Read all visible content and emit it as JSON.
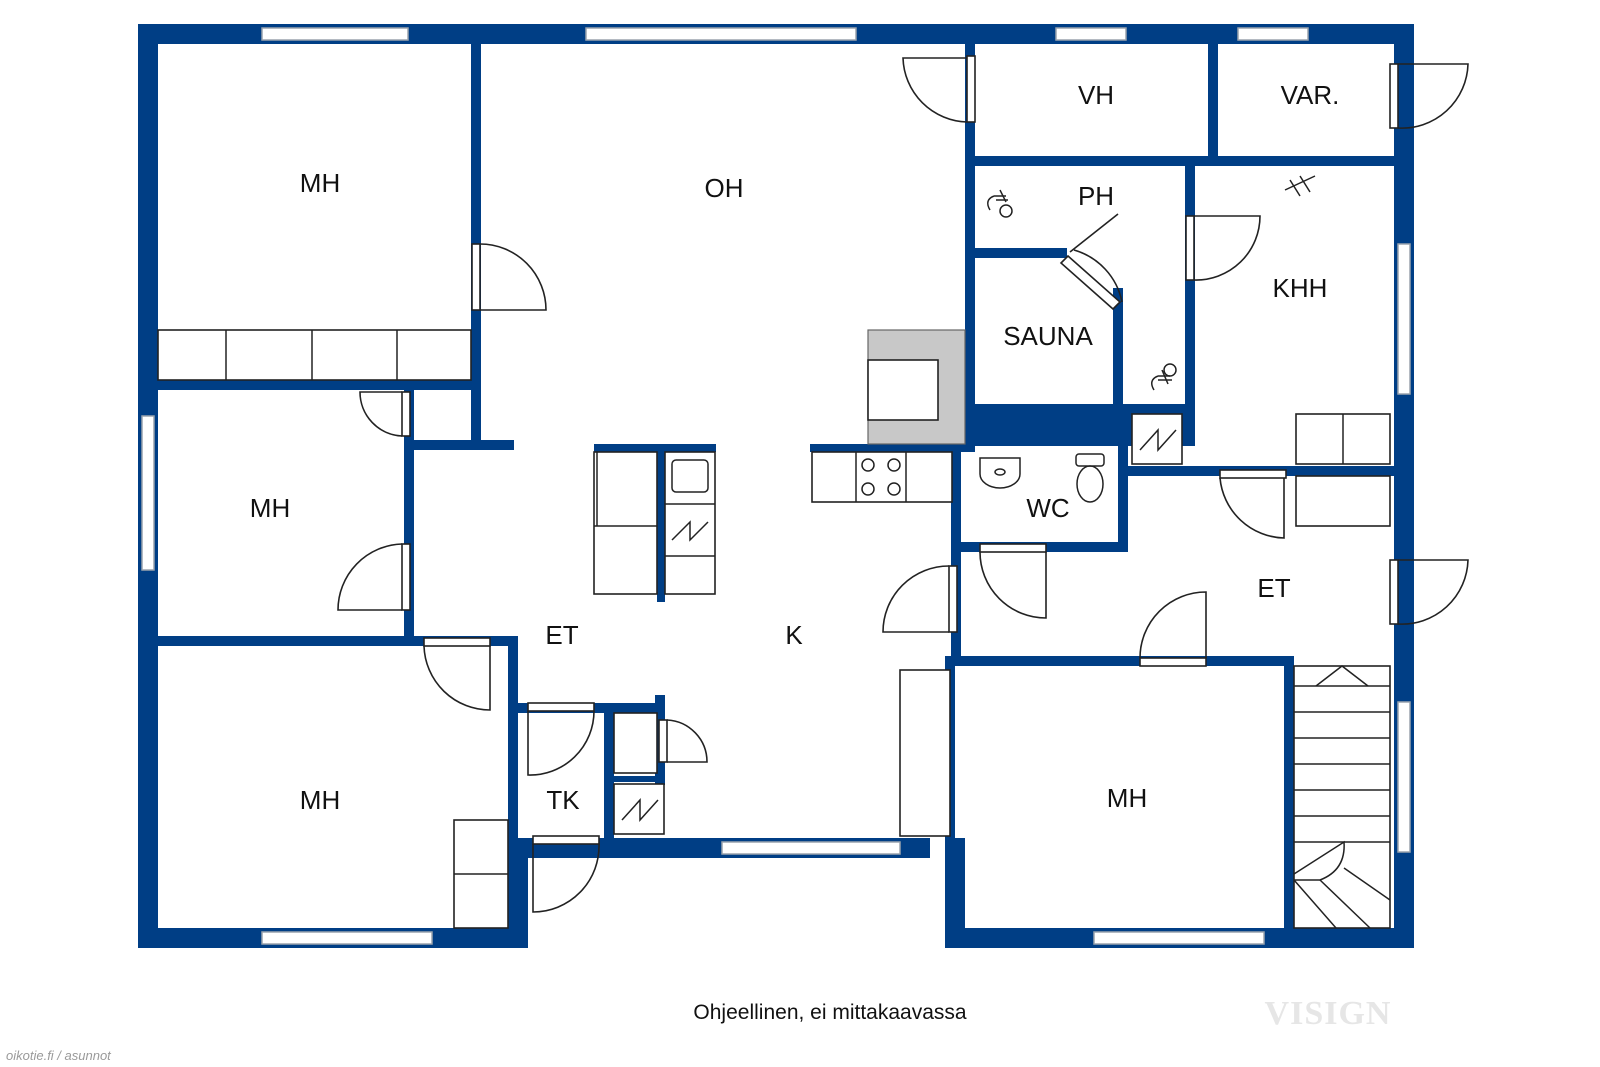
{
  "rooms": {
    "mh_top_left": "MH",
    "oh": "OH",
    "vh": "VH",
    "var": "VAR.",
    "ph": "PH",
    "sauna": "SAUNA",
    "khh": "KHH",
    "mh_middle_left": "MH",
    "wc": "WC",
    "et_left": "ET",
    "k": "K",
    "et_right": "ET",
    "mh_bottom_left": "MH",
    "tk": "TK",
    "mh_bottom_right": "MH"
  },
  "caption": "Ohjeellinen, ei mittakaavassa",
  "watermark": "VISIGN",
  "source": "oikotie.fi / asunnot",
  "colors": {
    "wall": "#003e85",
    "fireplace": "#c8c8c8"
  }
}
